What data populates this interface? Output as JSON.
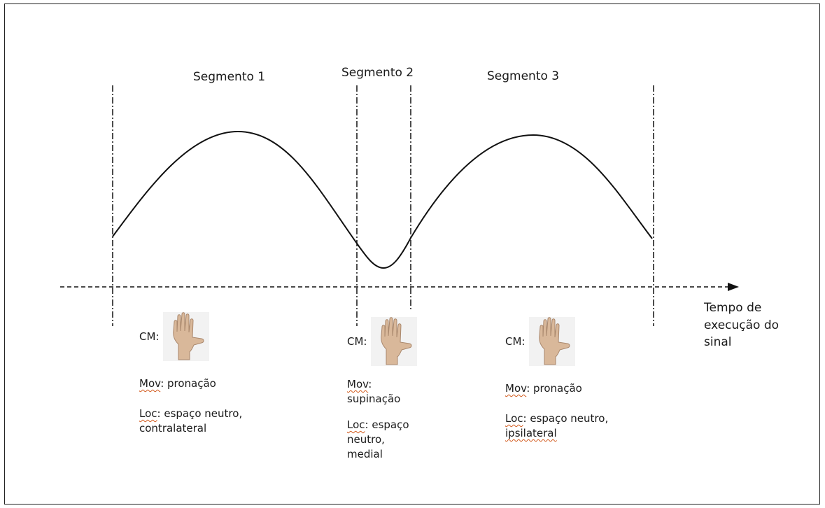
{
  "segments": [
    {
      "title": "Segmento 1",
      "cm_label": "CM:",
      "mov_key": "Mov",
      "mov_value": ": pronação",
      "loc_key": "Loc",
      "loc_value": ":  espaço neutro,",
      "loc_value2": "contralateral"
    },
    {
      "title": "Segmento 2",
      "cm_label": "CM:",
      "mov_key": "Mov",
      "mov_value": ":",
      "mov_value2": "supinação",
      "loc_key": "Loc",
      "loc_value": ":  espaço",
      "loc_value2": "neutro,",
      "loc_value3": "medial"
    },
    {
      "title": "Segmento 3",
      "cm_label": "CM:",
      "mov_key": "Mov",
      "mov_value": ": pronação",
      "loc_key": "Loc",
      "loc_value": ":  espaço neutro,",
      "loc_value2": "ipsilateral"
    }
  ],
  "axis_label": {
    "line1": "Tempo de",
    "line2": "execução do",
    "line3": "sinal"
  },
  "colors": {
    "line": "#111111",
    "underline": "#d25a1c",
    "skin": "#d9b89a",
    "skin_shadow": "#a9876c"
  }
}
